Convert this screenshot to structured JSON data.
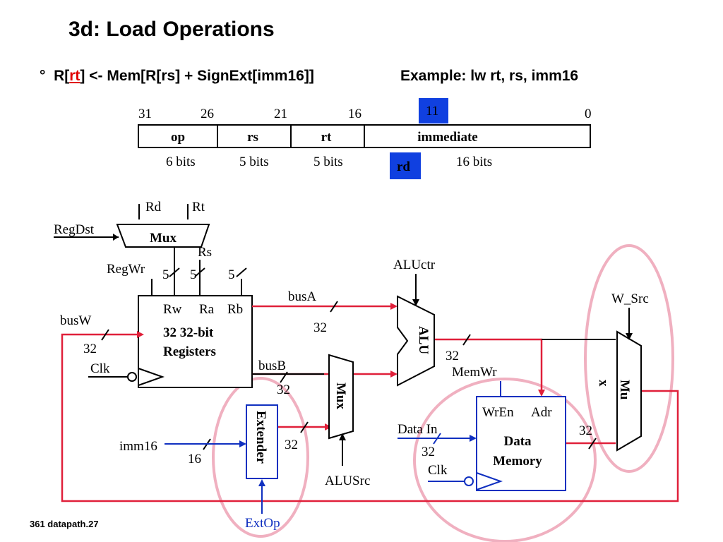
{
  "title": "3d: Load Operations",
  "instruction": {
    "bullet": "°",
    "prefix": "R[",
    "rt": "rt",
    "suffix": "] <- Mem[R[rs] + SignExt[imm16]]",
    "example": "Example: lw    rt, rs, imm16"
  },
  "format": {
    "bit_positions": [
      "31",
      "26",
      "21",
      "16",
      "11",
      "0"
    ],
    "fields": [
      "op",
      "rs",
      "rt",
      "immediate"
    ],
    "widths": [
      "6 bits",
      "5 bits",
      "5 bits",
      "16 bits"
    ],
    "rd_label": "rd",
    "highlight_color": "#1040e0"
  },
  "datapath": {
    "rd": "Rd",
    "rt": "Rt",
    "regdst": "RegDst",
    "mux_top": "Mux",
    "rs": "Rs",
    "regwr": "RegWr",
    "five": "5",
    "rw": "Rw",
    "ra": "Ra",
    "rb": "Rb",
    "regfile_line1": "32 32-bit",
    "regfile_line2": "Registers",
    "busw": "busW",
    "clk": "Clk",
    "thirtytwo": "32",
    "busa": "busA",
    "busb": "busB",
    "aluctr": "ALUctr",
    "alu": "ALU",
    "mux_alusrc": "Mux",
    "alusrc": "ALUSrc",
    "extender": "Extender",
    "imm16": "imm16",
    "sixteen": "16",
    "extop": "ExtOp",
    "memwr": "MemWr",
    "wren": "WrEn",
    "adr": "Adr",
    "datain": "Data In",
    "dm_line1": "Data",
    "dm_line2": "Memory",
    "w_src": "W_Src",
    "mux_wsrc_a": "Mu",
    "mux_wsrc_b": "x"
  },
  "colors": {
    "bus_red": "#e0203a",
    "control_blue": "#1030c0",
    "highlight_pink": "#f0b0c0"
  },
  "footer": "361 datapath.27"
}
